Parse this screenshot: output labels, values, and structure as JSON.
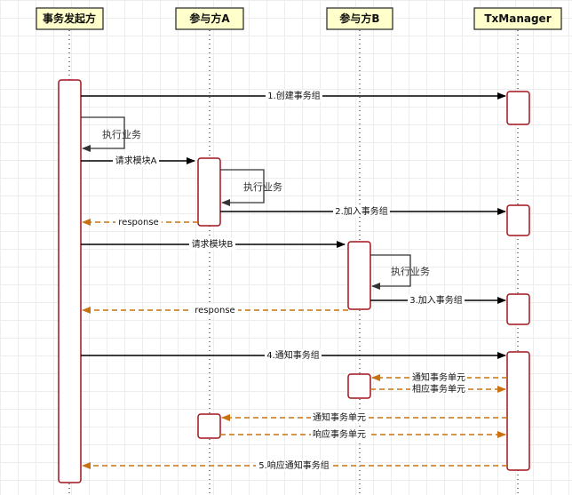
{
  "colors": {
    "background": "#ffffff",
    "grid": "#ededed",
    "participant_box_fill": "#ffffcc",
    "participant_box_stroke": "#222222",
    "activation_stroke": "#a3141f",
    "sync_arrow": "#000000",
    "async_arrow": "#c9720f",
    "self_loop": "#333333"
  },
  "participants": [
    {
      "id": "initiator",
      "label": "事务发起方"
    },
    {
      "id": "a",
      "label": "参与方A"
    },
    {
      "id": "b",
      "label": "参与方B"
    },
    {
      "id": "tx",
      "label": "TxManager"
    }
  ],
  "messages": [
    {
      "id": "m1",
      "label": "1.创建事务组",
      "type": "sync"
    },
    {
      "id": "m2",
      "label": "请求模块A",
      "type": "sync"
    },
    {
      "id": "m3",
      "label": "2.加入事务组",
      "type": "sync"
    },
    {
      "id": "m4",
      "label": "response",
      "type": "async"
    },
    {
      "id": "m5",
      "label": "请求模块B",
      "type": "sync"
    },
    {
      "id": "m6",
      "label": "3.加入事务组",
      "type": "sync"
    },
    {
      "id": "m7",
      "label": "response",
      "type": "async"
    },
    {
      "id": "m8",
      "label": "4.通知事务组",
      "type": "sync"
    },
    {
      "id": "m9",
      "label": "通知事务单元",
      "type": "async"
    },
    {
      "id": "m10",
      "label": "相应事务单元",
      "type": "async"
    },
    {
      "id": "m11",
      "label": "通知事务单元",
      "type": "async"
    },
    {
      "id": "m12",
      "label": "响应事务单元",
      "type": "async"
    },
    {
      "id": "m13",
      "label": "5.响应通知事务组",
      "type": "async"
    }
  ],
  "self_calls": [
    {
      "id": "s1",
      "label": "执行业务"
    },
    {
      "id": "s2",
      "label": "执行业务"
    },
    {
      "id": "s3",
      "label": "执行业务"
    }
  ]
}
